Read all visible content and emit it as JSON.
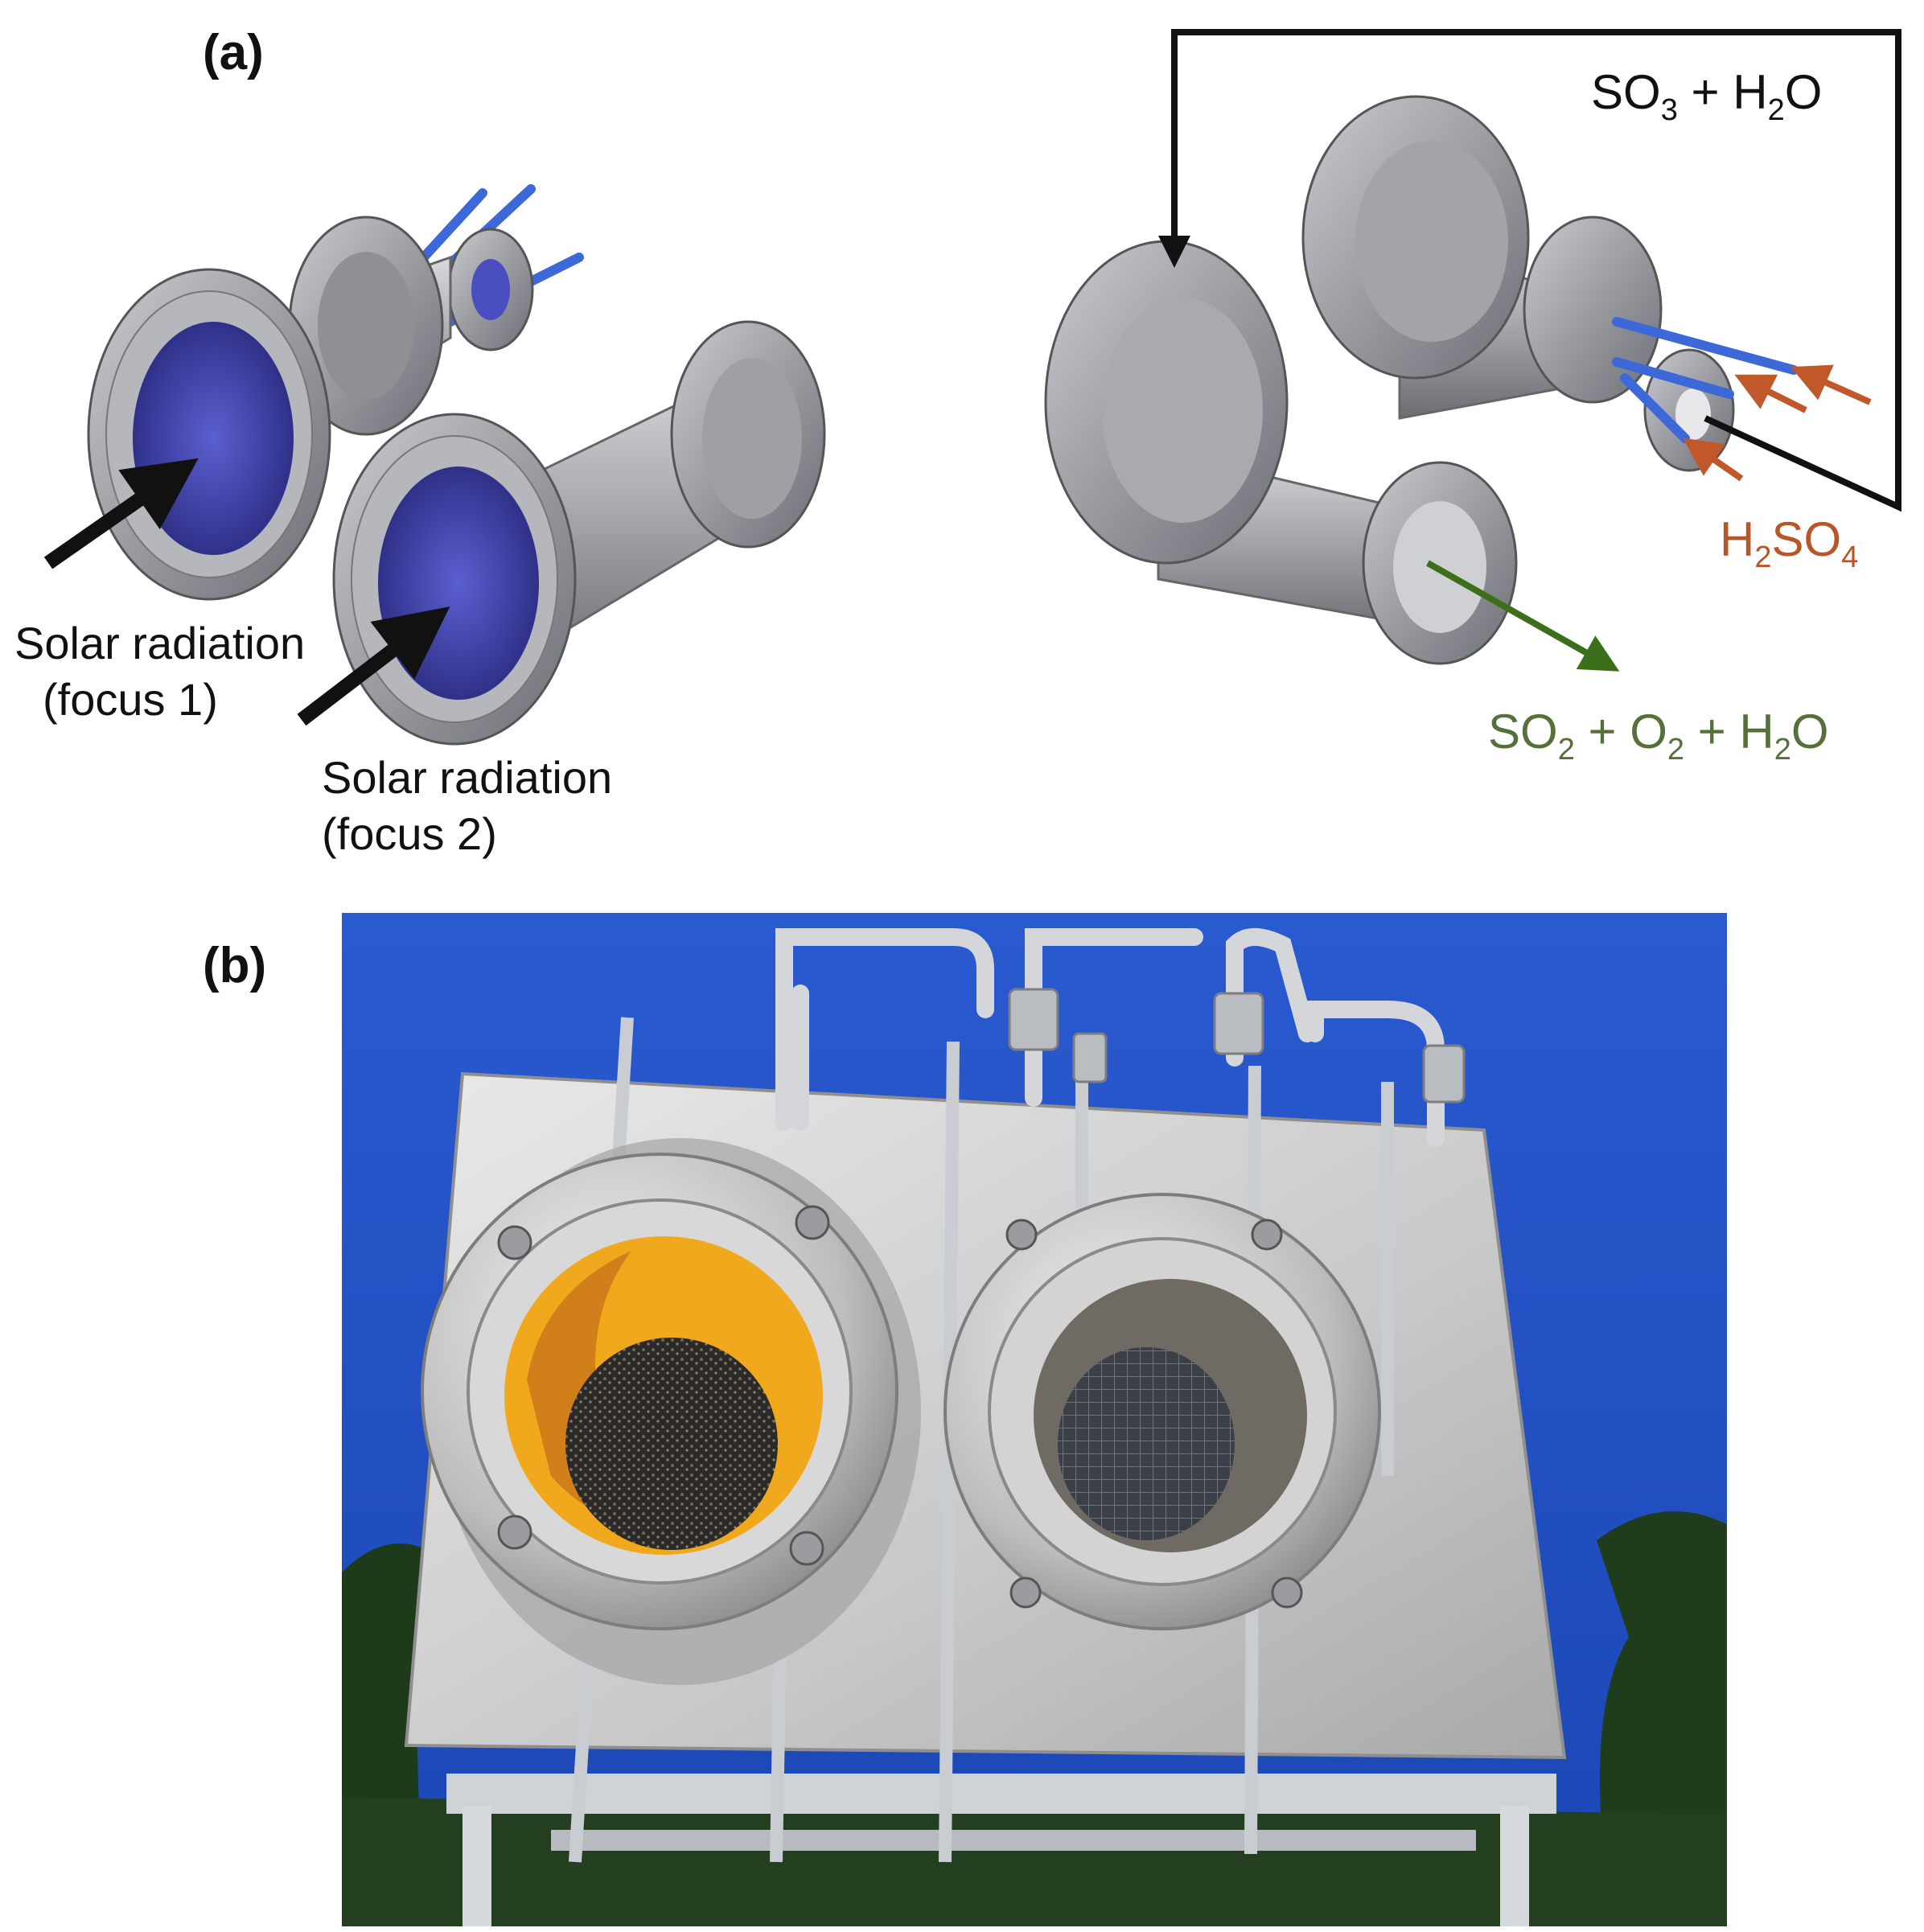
{
  "panels": {
    "a": "(a)",
    "b": "(b)"
  },
  "labels": {
    "focus1": [
      "Solar radiation",
      "(focus 1)"
    ],
    "focus2": [
      "Solar radiation",
      "(focus 2)"
    ]
  },
  "chem": {
    "top": [
      "SO",
      "3",
      " + H",
      "2",
      "O"
    ],
    "acid": [
      "H",
      "2",
      "SO",
      "4"
    ],
    "product": [
      "SO",
      "2",
      " + O",
      "2",
      " + H",
      "2",
      "O"
    ]
  },
  "colors": {
    "steel": "#9a9ca2",
    "window": "#3b3fa8",
    "inlet": "#3d68d8",
    "acid_arrow": "#c0582a",
    "product_arrow": "#3b6f1a",
    "product_text": "#56703a",
    "acid_text": "#b8562a",
    "sky": "#1f4fc6",
    "foam_yellow": "#f0a81c"
  }
}
